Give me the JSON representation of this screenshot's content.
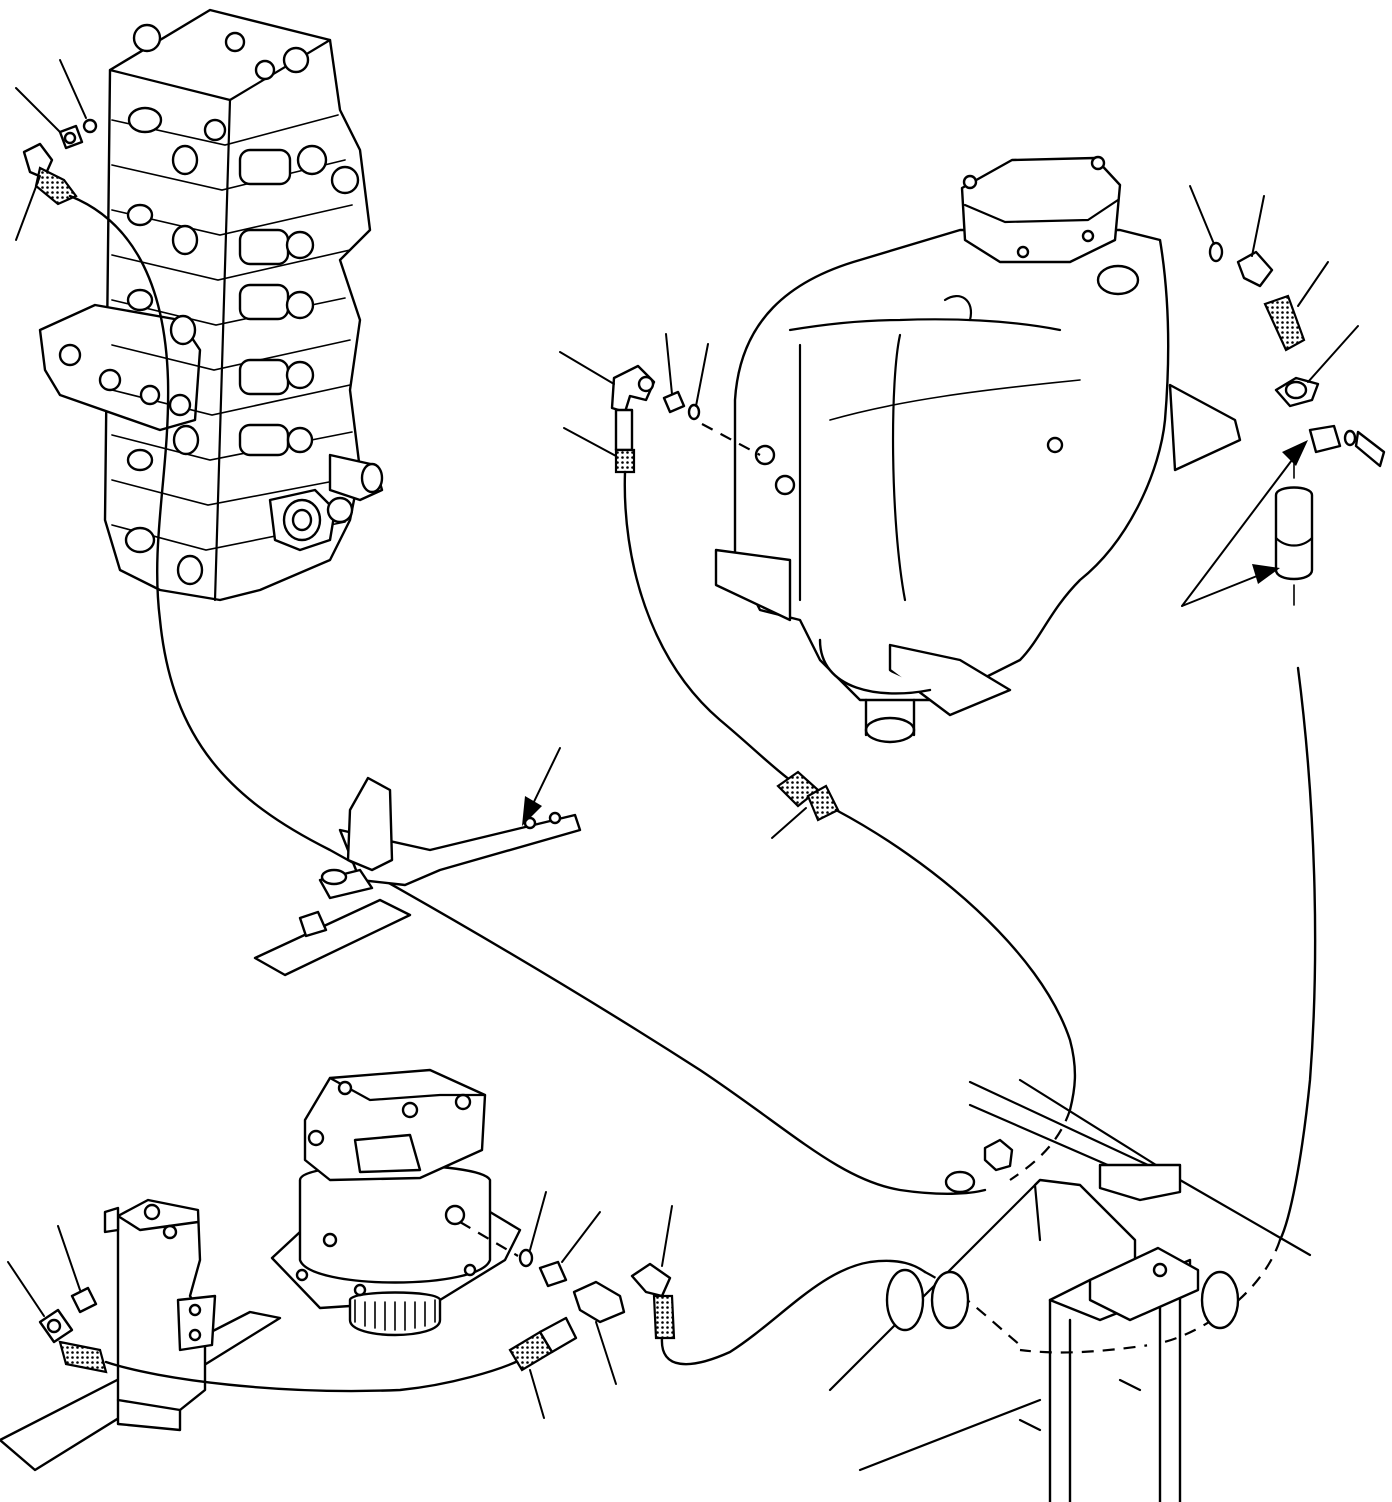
{
  "figure": {
    "kind": "exploded-parts-diagram",
    "text_labels": [],
    "colors": {
      "line": "#000000",
      "background": "#ffffff"
    },
    "components": [
      "control-valve",
      "hydraulic-tank",
      "swing-motor",
      "center-swivel-joint",
      "hose-clamp-bracket",
      "revolving-frame"
    ],
    "callout_icon": "leader-line",
    "arrow_icon": "arrow-head"
  }
}
